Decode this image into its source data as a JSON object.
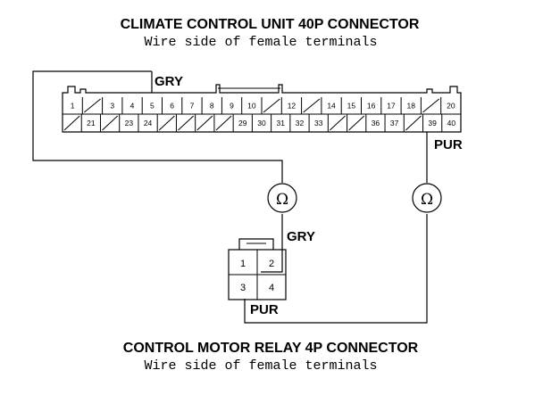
{
  "top_connector": {
    "title": "CLIMATE CONTROL UNIT 40P CONNECTOR",
    "subtitle": "Wire side of female terminals",
    "row1": [
      "1",
      "",
      "3",
      "4",
      "5",
      "6",
      "7",
      "8",
      "9",
      "10",
      "",
      "12",
      "",
      "14",
      "15",
      "16",
      "17",
      "18",
      "",
      "20"
    ],
    "row2": [
      "",
      "21",
      "",
      "23",
      "24",
      "",
      "",
      "",
      "",
      "29",
      "30",
      "31",
      "32",
      "33",
      "",
      "",
      "36",
      "37",
      "",
      "39",
      "40"
    ]
  },
  "bottom_connector": {
    "title": "CONTROL MOTOR RELAY 4P CONNECTOR",
    "subtitle": "Wire side of female terminals",
    "pins": [
      "1",
      "2",
      "3",
      "4"
    ]
  },
  "wires": {
    "gry_top": "GRY",
    "pur_top": "PUR",
    "gry_bottom": "GRY",
    "pur_bottom": "PUR"
  },
  "meters": {
    "left_symbol": "Ω",
    "right_symbol": "Ω"
  }
}
